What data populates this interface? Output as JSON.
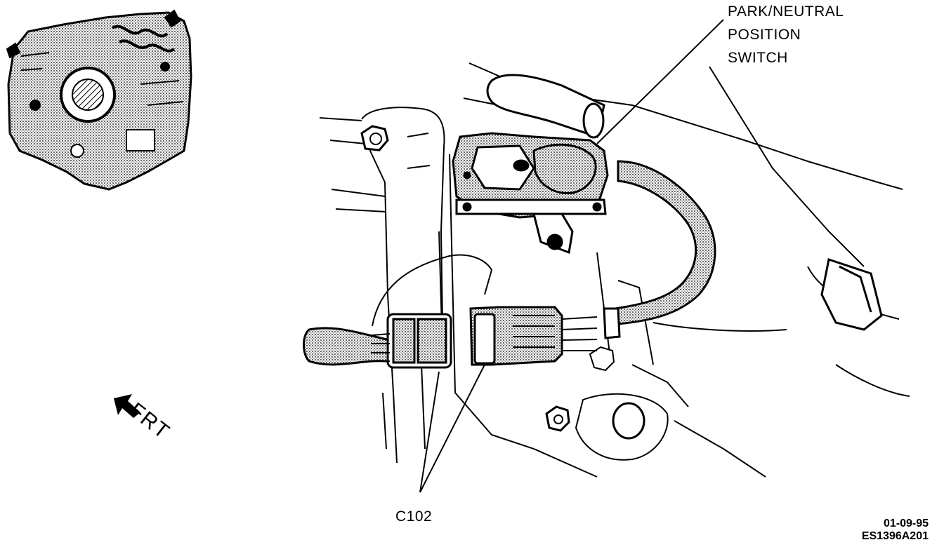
{
  "callouts": {
    "switch_line1": "PARK/NEUTRAL",
    "switch_line2": "POSITION",
    "switch_line3": "SWITCH",
    "connector": "C102"
  },
  "orientation": {
    "label": "FRT",
    "icon": "front-arrow-icon"
  },
  "figure_codes": {
    "date": "01-09-95",
    "id": "ES1396A201"
  },
  "colors": {
    "ink": "#000000",
    "paper": "#ffffff",
    "shade": "#b8b8b8"
  }
}
